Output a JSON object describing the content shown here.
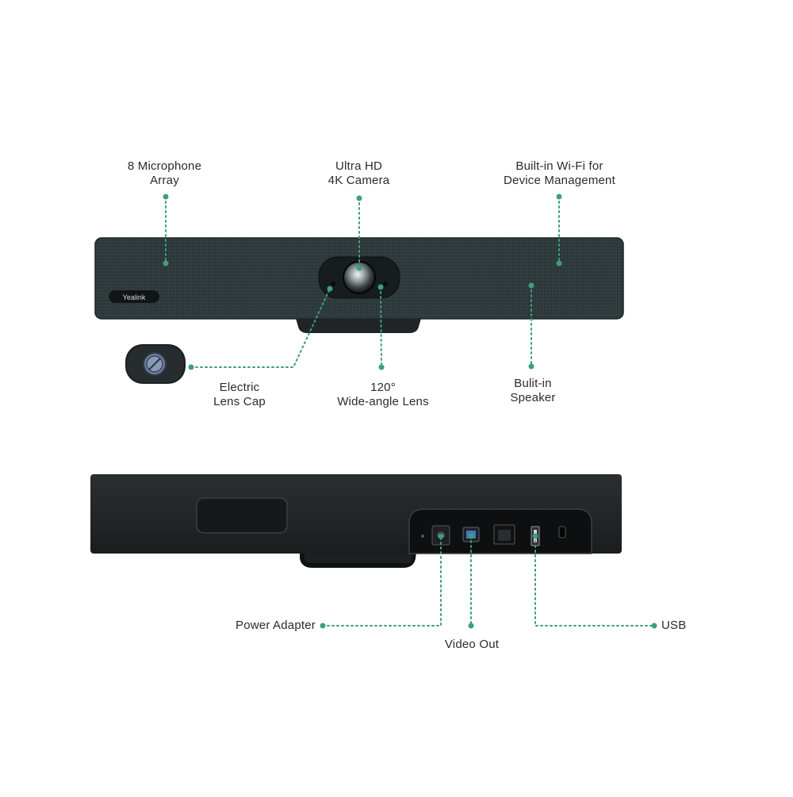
{
  "accent_color": "#3f9e7d",
  "device_brand": "Yealink",
  "front_view": {
    "callouts": [
      {
        "id": "mic",
        "lines": [
          "8 Microphone",
          "Array"
        ]
      },
      {
        "id": "camera",
        "lines": [
          "Ultra HD",
          "4K Camera"
        ]
      },
      {
        "id": "wifi",
        "lines": [
          "Built-in Wi-Fi for",
          "Device Management"
        ]
      },
      {
        "id": "lenscap",
        "lines": [
          "Electric",
          "Lens Cap"
        ]
      },
      {
        "id": "lens",
        "lines": [
          "120°",
          "Wide-angle Lens"
        ]
      },
      {
        "id": "speaker",
        "lines": [
          "Bulit-in",
          "Speaker"
        ]
      }
    ]
  },
  "rear_view": {
    "callouts": [
      {
        "id": "power",
        "lines": [
          "Power Adapter"
        ]
      },
      {
        "id": "video",
        "lines": [
          "Video Out"
        ]
      },
      {
        "id": "usb",
        "lines": [
          "USB"
        ]
      }
    ]
  }
}
